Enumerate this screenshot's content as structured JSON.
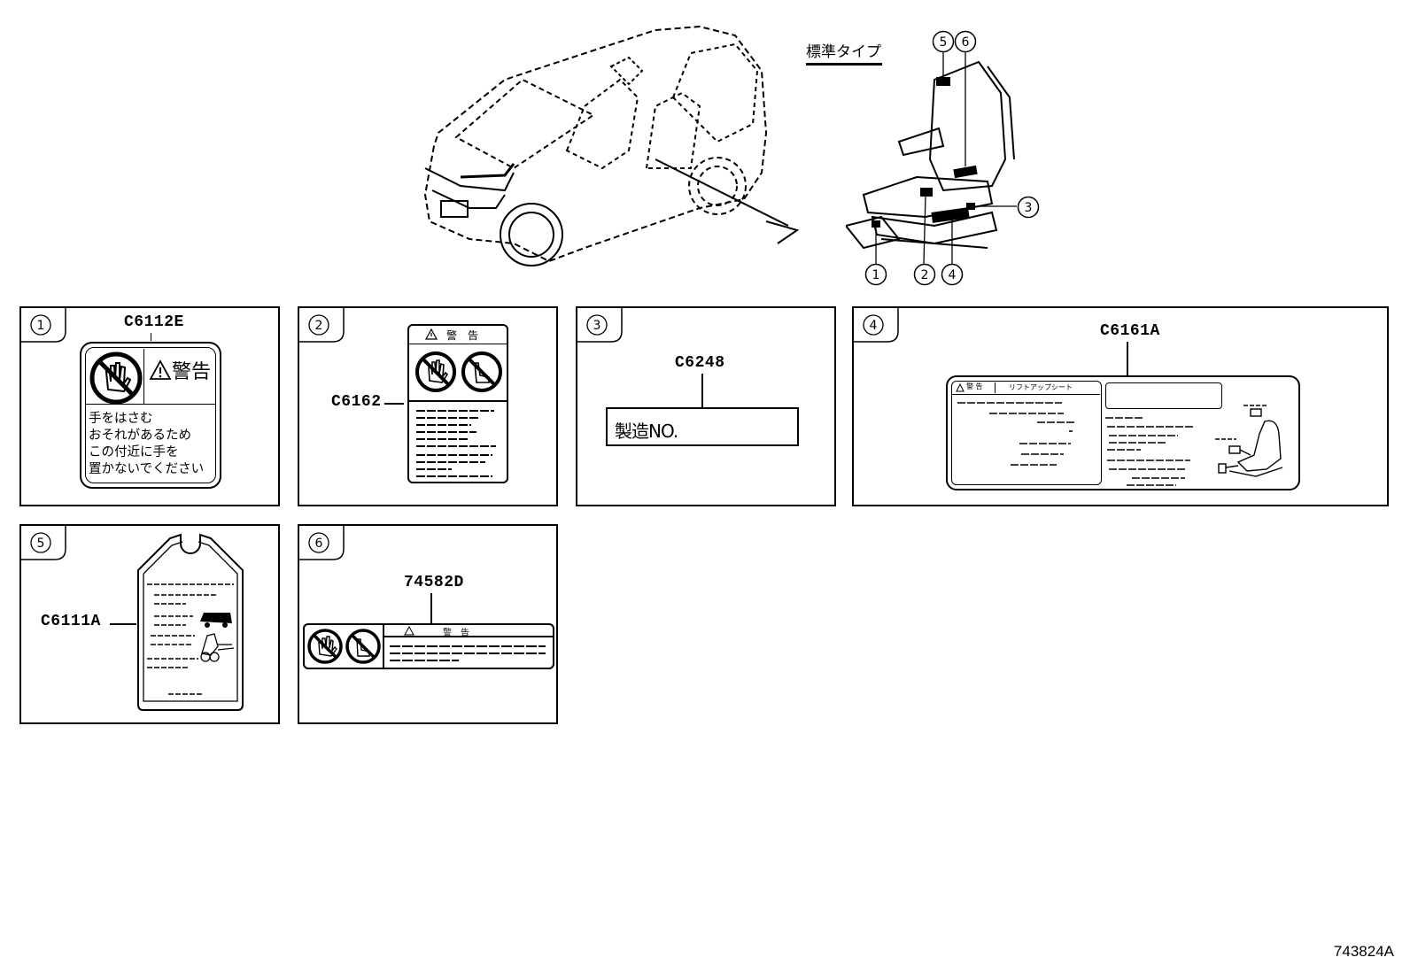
{
  "header": {
    "standard_type_label": "標準タイプ"
  },
  "callouts": [
    {
      "num": "1"
    },
    {
      "num": "2"
    },
    {
      "num": "3"
    },
    {
      "num": "4"
    },
    {
      "num": "5"
    },
    {
      "num": "6"
    }
  ],
  "panels": [
    {
      "num": "1",
      "part_no": "C6112E",
      "label_warning_word": "警告",
      "label_text_lines": [
        "手をはさむ",
        "おそれがあるため",
        "この付近に手を",
        "置かないでください"
      ]
    },
    {
      "num": "2",
      "part_no": "C6162",
      "label_header": "警　告"
    },
    {
      "num": "3",
      "part_no": "C6248",
      "label_text": "製造NO."
    },
    {
      "num": "4",
      "part_no": "C6161A",
      "label_header_left": "警 告",
      "label_header_right": "リフトアップシート"
    },
    {
      "num": "5",
      "part_no": "C6111A"
    },
    {
      "num": "6",
      "part_no": "74582D",
      "label_header": "警　告"
    }
  ],
  "figure_id": "743824A",
  "icons": [
    "vehicle-illustration",
    "seat-illustration",
    "no-hand-icon",
    "no-foot-icon",
    "warning-triangle-icon"
  ]
}
